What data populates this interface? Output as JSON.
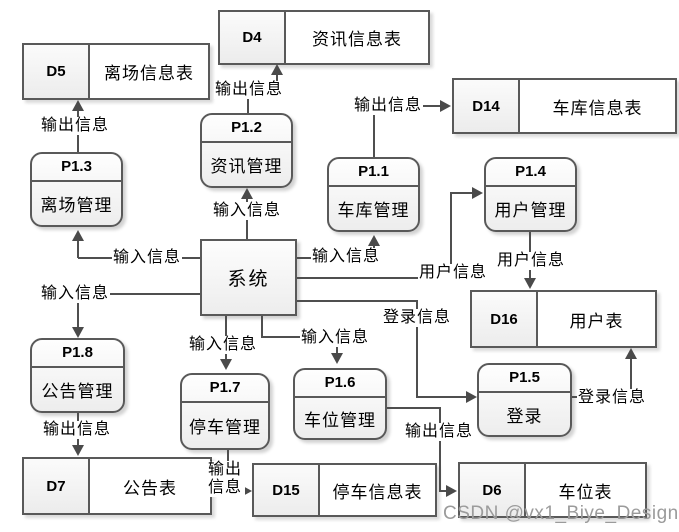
{
  "diagram": {
    "watermark": "CSDN @vx1_Biye_Design",
    "system": {
      "label": "系统"
    },
    "processes": [
      {
        "id": "P1.1",
        "name": "车库管理"
      },
      {
        "id": "P1.2",
        "name": "资讯管理"
      },
      {
        "id": "P1.3",
        "name": "离场管理"
      },
      {
        "id": "P1.4",
        "name": "用户管理"
      },
      {
        "id": "P1.5",
        "name": "登录"
      },
      {
        "id": "P1.6",
        "name": "车位管理"
      },
      {
        "id": "P1.7",
        "name": "停车管理"
      },
      {
        "id": "P1.8",
        "name": "公告管理"
      }
    ],
    "datastores": [
      {
        "id": "D4",
        "name": "资讯信息表"
      },
      {
        "id": "D5",
        "name": "离场信息表"
      },
      {
        "id": "D14",
        "name": "车库信息表"
      },
      {
        "id": "D16",
        "name": "用户表"
      },
      {
        "id": "D7",
        "name": "公告表"
      },
      {
        "id": "D15",
        "name": "停车信息表"
      },
      {
        "id": "D6",
        "name": "车位表"
      }
    ],
    "flows": [
      {
        "from": "系统",
        "to": "P1.2",
        "label": "输入信息"
      },
      {
        "from": "P1.2",
        "to": "D4",
        "label": "输出信息"
      },
      {
        "from": "系统",
        "to": "P1.3",
        "label": "输入信息"
      },
      {
        "from": "P1.3",
        "to": "D5",
        "label": "输出信息"
      },
      {
        "from": "系统",
        "to": "P1.8",
        "label": "输入信息"
      },
      {
        "from": "P1.8",
        "to": "D7",
        "label": "输出信息"
      },
      {
        "from": "系统",
        "to": "P1.1",
        "label": "输入信息"
      },
      {
        "from": "P1.1",
        "to": "D14",
        "label": "输出信息"
      },
      {
        "from": "系统",
        "to": "P1.4",
        "label": "用户信息"
      },
      {
        "from": "P1.4",
        "to": "D16",
        "label": "用户信息"
      },
      {
        "from": "系统",
        "to": "P1.5",
        "label": "登录信息"
      },
      {
        "from": "P1.5",
        "to": "D16",
        "label": "登录信息"
      },
      {
        "from": "系统",
        "to": "P1.7",
        "label": "输入信息"
      },
      {
        "from": "系统",
        "to": "P1.6",
        "label": "输入信息"
      },
      {
        "from": "P1.7",
        "to": "D15",
        "label": "输出信息"
      },
      {
        "from": "P1.6",
        "to": "D6",
        "label": "输出信息"
      }
    ]
  }
}
